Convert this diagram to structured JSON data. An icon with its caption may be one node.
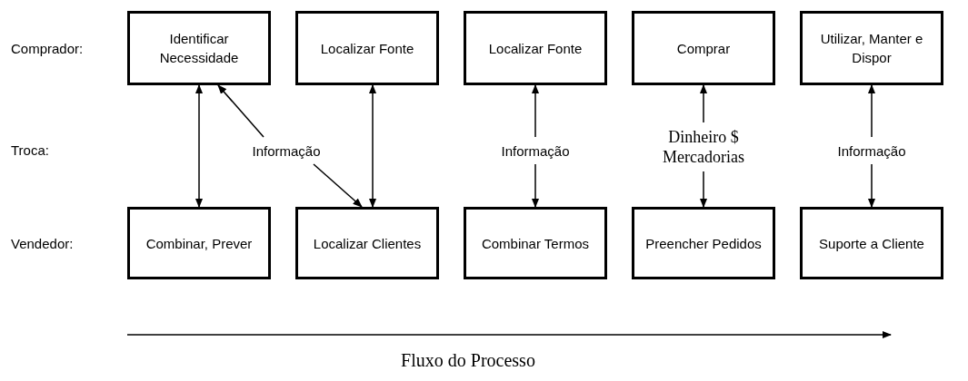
{
  "diagram": {
    "nodes": [
      {
        "text": [
          "Identificar Necessidade"
        ]
      },
      {
        "text": [
          "Localizar Fonte"
        ]
      },
      {
        "text": [
          "Localizar Fonte"
        ]
      },
      {
        "text": [
          "Comprar"
        ]
      },
      {
        "text": [
          "Utilizar, Manter e Dispor"
        ]
      },
      {
        "text": [
          "Combinar, Prever"
        ]
      },
      {
        "text": [
          "Localizar Clientes"
        ]
      },
      {
        "text": [
          "Combinar Termos"
        ]
      },
      {
        "text": [
          "Preencher Pedidos"
        ]
      },
      {
        "text": [
          "Suporte a Cliente"
        ]
      },
      {
        "text": [
          "Informação"
        ]
      },
      {
        "text": [
          "Informação"
        ]
      },
      {
        "text": [
          "Dinheiro $ Mercadorias"
        ]
      },
      {
        "text": [
          "Informação"
        ]
      }
    ],
    "edges": [
      {
        "from": 0,
        "to": 5,
        "arrow": "both"
      },
      {
        "from": 10,
        "to": 0,
        "arrow": "to"
      },
      {
        "from": 10,
        "to": 6,
        "arrow": "to"
      },
      {
        "from": 1,
        "to": 6,
        "arrow": "both"
      },
      {
        "from": 11,
        "to": 2,
        "arrow": "to"
      },
      {
        "from": 11,
        "to": 7,
        "arrow": "to"
      },
      {
        "from": 12,
        "to": 3,
        "arrow": "to"
      },
      {
        "from": 12,
        "to": 8,
        "arrow": "to"
      },
      {
        "from": 13,
        "to": 4,
        "arrow": "to"
      },
      {
        "from": 13,
        "to": 9,
        "arrow": "to"
      }
    ],
    "labels": [
      "Comprador:",
      "Troca:",
      "Vendedor:",
      "Fluxo do Processo"
    ]
  }
}
